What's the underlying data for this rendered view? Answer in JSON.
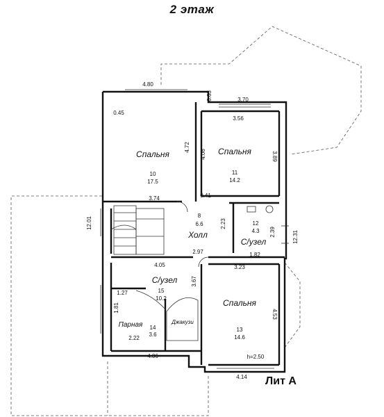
{
  "title": "2 этаж",
  "lit": "Лит А",
  "rooms": [
    {
      "name": "Спальня",
      "number": "10",
      "area": "17.5"
    },
    {
      "name": "Спальня",
      "number": "11",
      "area": "14.2"
    },
    {
      "name": "Холл",
      "number": "8",
      "area": "6.6"
    },
    {
      "name": "С/узел",
      "number": "12",
      "area": "4.3"
    },
    {
      "name": "С/узел",
      "number": "15",
      "area": "10.2"
    },
    {
      "name": "Спальня",
      "number": "13",
      "area": "14.6"
    },
    {
      "name": "Парная",
      "number": "14",
      "area": "3.6"
    },
    {
      "name": "Джакузи"
    }
  ],
  "dimensions": {
    "top_left_width": "4.80",
    "step_0_63": "0.63",
    "top_right_width": "3.70",
    "corner_0_45": "0.45",
    "bed11_width": "3.56",
    "bed10_height": "4.72",
    "bed11_left": "4.06",
    "bed11_height": "3.89",
    "bed10_bottom": "3.74",
    "small_0_41": "0.41",
    "total_height": "12.01",
    "right_height": "12.31",
    "hall_height": "2.23",
    "wc12_height": "2.39",
    "hall_width": "2.97",
    "wc12_width": "1.82",
    "wc15_width": "4.05",
    "bed13_width": "3.23",
    "dim_3_67": "3.67",
    "wc15_left": "1.27",
    "sauna_height": "1.81",
    "bed13_height": "4.53",
    "sauna_width": "2.22",
    "bottom_left": "4.36",
    "bottom_right": "4.14",
    "ceiling": "h=2.50"
  }
}
